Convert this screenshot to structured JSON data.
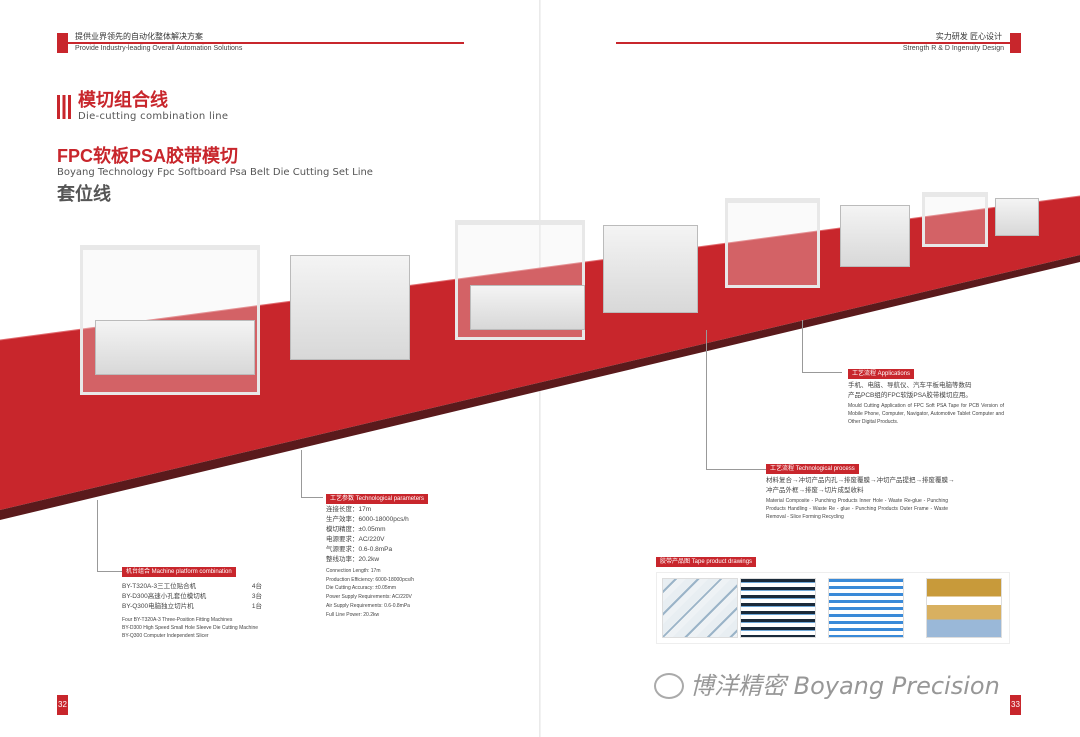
{
  "left_header": {
    "cn": "提供业界领先的自动化整体解决方案",
    "en": "Provide Industry-leading Overall Automation Solutions"
  },
  "right_header": {
    "cn": "实力研发 匠心设计",
    "en": "Strength R & D Ingenuity Design"
  },
  "section": {
    "title_cn": "模切组合线",
    "title_en": "Die-cutting combination line"
  },
  "product": {
    "title_cn": "FPC软板PSA胶带模切",
    "title_en": "Boyang Technology Fpc Softboard Psa Belt Die Cutting Set Line",
    "title_cn2": "套位线"
  },
  "machine_combo": {
    "tag": "机台组合 Machine platform combination",
    "items": [
      {
        "name": "BY-T320A-3三工位贴合机",
        "qty": "4台"
      },
      {
        "name": "BY-D300高速小孔套位模切机",
        "qty": "3台"
      },
      {
        "name": "BY-Q300电脑独立切片机",
        "qty": "1台"
      }
    ],
    "en": [
      "Four BY-T320A-3 Three-Position Fitting Machines",
      "BY-D300 High Speed Small Hole Sleeve Die Cutting Machine",
      "BY-Q300 Computer Independent Slicer"
    ]
  },
  "tech_params": {
    "tag": "工艺参数 Technological parameters",
    "cn": [
      "连接长度：17m",
      "生产效率：6000-18000pcs/h",
      "模切精度：±0.05mm",
      "电源要求：AC/220V",
      "气源要求：0.6-0.8mPa",
      "整线功率：20.2kw"
    ],
    "en": [
      "Connection Length: 17m",
      "Production Efficiency: 6000-18000pcs/h",
      "Die Cutting Accuracy: ±0.05mm",
      "Power Supply Requirements: AC/220V",
      "Air Supply Requirements: 0.6-0.8mPa",
      "Full Line Power: 20.2kw"
    ]
  },
  "applications": {
    "tag": "工艺流程 Applications",
    "cn": [
      "手机、电脑、导航仪、汽车平板电脑等数码",
      "产品PCB组的FPC软版PSA胶带模切应用。"
    ],
    "en": "Mould Cutting Application of FPC Soft PSA Tape for PCB Version of Mobile Phone, Computer, Navigator, Automotive Tablet Computer and Other Digital Products."
  },
  "process": {
    "tag": "工艺流程 Technological process",
    "cn": [
      "材料复合→冲切产品内孔→排废覆膜→冲切产品提把→排废覆膜→",
      "冲产品外框→排废→切片成型收料"
    ],
    "en": "Material Composite - Punching Products Inner Hole - Waste Re-glue - Punching Products Handling - Waste Re - glue - Punching Products Outer Frame - Waste Removal - Slice Forming Recycling"
  },
  "drawings": {
    "tag": "胶带产品图 Tape product drawings"
  },
  "page_left": "32",
  "page_right": "33",
  "watermark": "博洋精密 Boyang Precision",
  "colors": {
    "accent": "#c8262c"
  }
}
